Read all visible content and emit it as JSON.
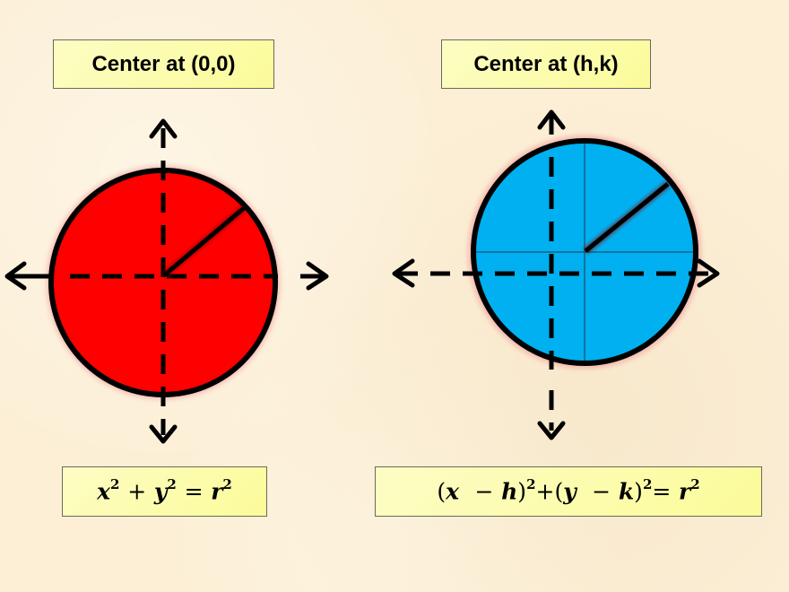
{
  "left_panel": {
    "title": "Center at (0,0)",
    "equation": {
      "t1": "x",
      "e1": "2",
      "op1": "+",
      "t2": "y",
      "e2": "2",
      "op2": "=",
      "t3": "r",
      "e3": "2"
    },
    "circle_fill": "#ff0000",
    "description": "Circle centered at origin with radius line"
  },
  "right_panel": {
    "title": "Center at (h,k)",
    "equation": {
      "p1": "(",
      "t1": "x",
      "m1": "−",
      "t2": "h",
      "p2": ")",
      "e1": "2",
      "op1": "+",
      "p3": "(",
      "t3": "y",
      "m2": "−",
      "t4": "k",
      "p4": ")",
      "e2": "2",
      "op2": "=",
      "t5": "r",
      "e3": "2"
    },
    "circle_fill": "#00b0f0",
    "description": "Circle shifted to center (h,k) with radius line"
  },
  "colors": {
    "background": "#fcefd6",
    "label_fill": "#fbfb9a",
    "stroke": "#000000",
    "glow": "#f4a0a0"
  }
}
